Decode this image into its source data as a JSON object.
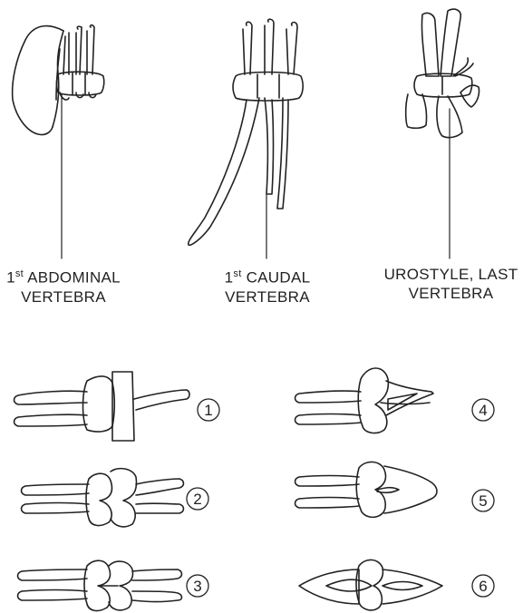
{
  "labels": {
    "abdominal_ordinal": "1",
    "abdominal_sup": "st",
    "abdominal_line1": "ABDOMINAL",
    "abdominal_line2": "VERTEBRA",
    "caudal_ordinal": "1",
    "caudal_sup": "st",
    "caudal_line1": "CAUDAL",
    "caudal_line2": "VERTEBRA",
    "urostyle_line1": "UROSTYLE, LAST",
    "urostyle_line2": "VERTEBRA"
  },
  "variants": [
    "1",
    "2",
    "3",
    "4",
    "5",
    "6"
  ],
  "colors": {
    "stroke": "#222222",
    "background": "#ffffff"
  }
}
